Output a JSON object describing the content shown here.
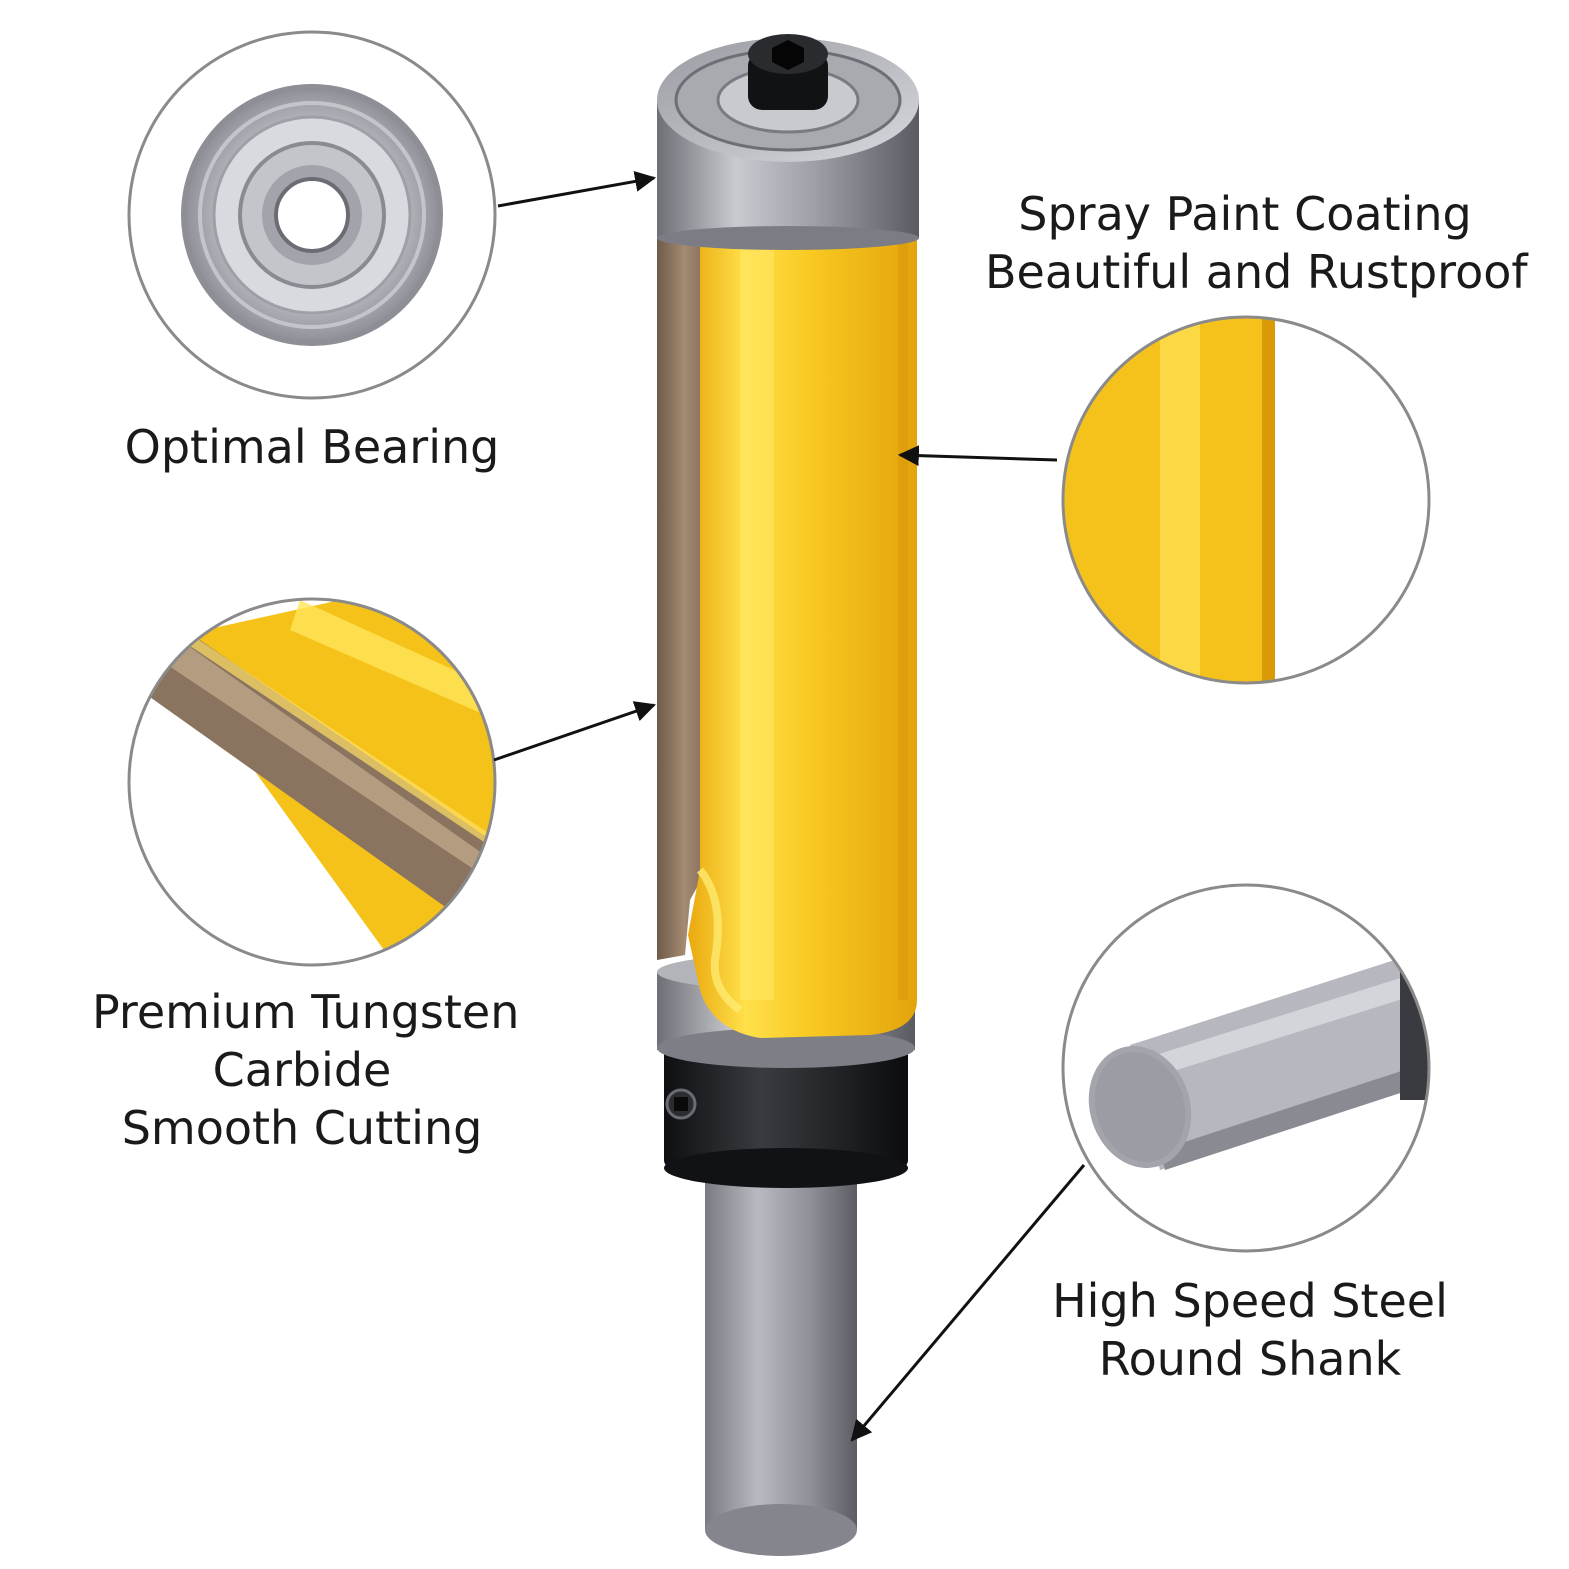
{
  "features": {
    "bearing": {
      "lines": [
        "Optimal Bearing"
      ]
    },
    "coating": {
      "lines": [
        "Spray Paint Coating",
        "Beautiful and Rustproof"
      ]
    },
    "carbide": {
      "lines": [
        "Premium Tungsten",
        "Carbide",
        "Smooth Cutting"
      ]
    },
    "shank": {
      "lines": [
        "High Speed Steel",
        "Round Shank"
      ]
    }
  },
  "colors": {
    "yellow": "#F6C21B",
    "yellow_light": "#FFE04A",
    "steel": "#9A9BA3",
    "steel_dark": "#5E5F66",
    "carbide": "#8A7460",
    "collar": "#1C1D20",
    "outline": "#8A8A8A",
    "arrow": "#111111"
  }
}
